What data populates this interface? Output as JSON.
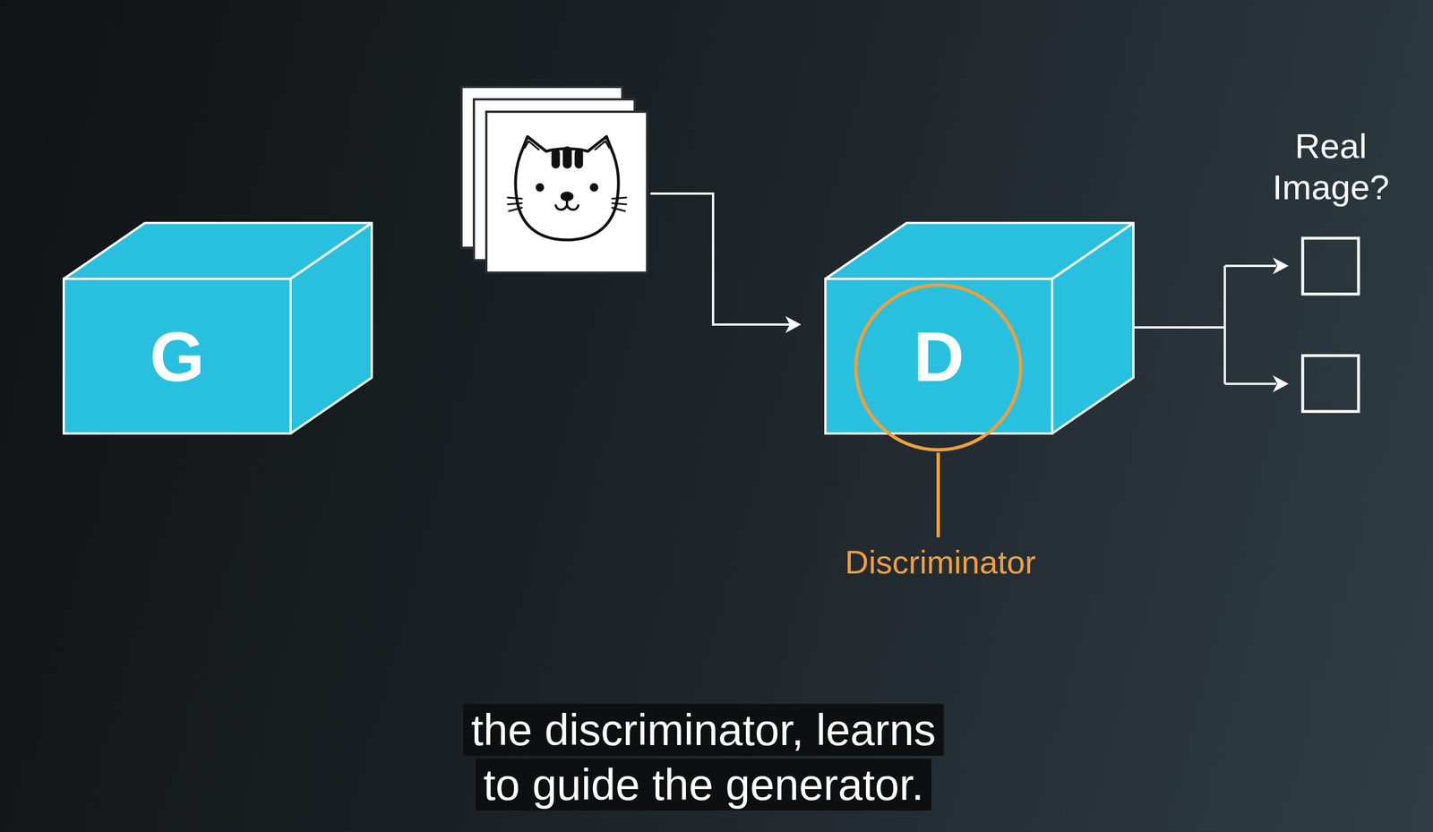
{
  "diagram": {
    "caption": "the discriminator, learns to guide the generator.",
    "nodes": [
      {
        "text": [
          "G"
        ]
      },
      {
        "text": [
          "D"
        ]
      }
    ],
    "labels": [
      "Real Image?",
      "Discriminator"
    ]
  }
}
